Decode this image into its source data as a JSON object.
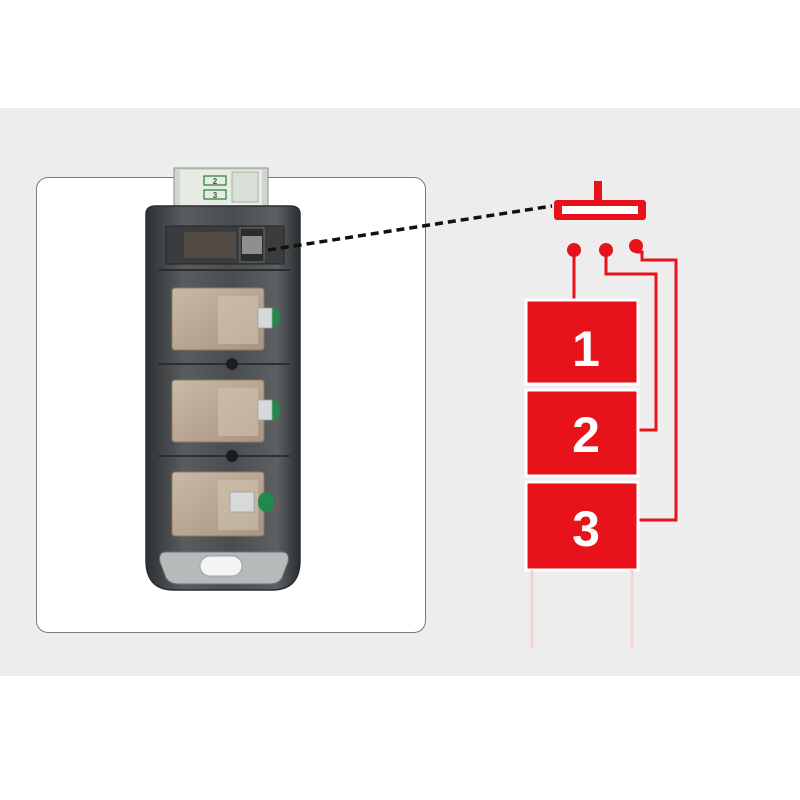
{
  "figure": {
    "device_photo": {
      "description_icon": "usb-three-sim-card-reader",
      "tip_labels": [
        "2",
        "3"
      ]
    },
    "switch_diagram": {
      "slots": [
        {
          "label": "1"
        },
        {
          "label": "2"
        },
        {
          "label": "3"
        }
      ]
    },
    "colors": {
      "accent": "#e8121a",
      "background_band": "#ededed",
      "card_border": "#7a7a7a",
      "device_body": "#45484a"
    }
  }
}
